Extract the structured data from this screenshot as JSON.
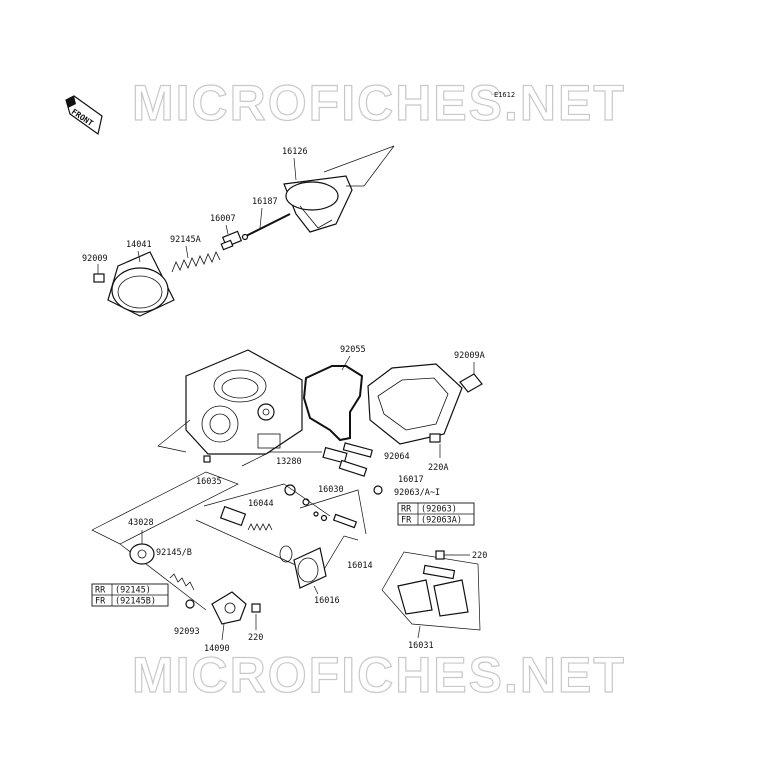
{
  "watermark": "MICROFICHES.NET",
  "diagram_code": "E1612",
  "front_label": "FRONT",
  "parts": {
    "p16126": "16126",
    "p16187": "16187",
    "p16007": "16007",
    "p92145A": "92145A",
    "p14041": "14041",
    "p92009": "92009",
    "p92055": "92055",
    "p92009A": "92009A",
    "p220A": "220A",
    "p13280": "13280",
    "p92064": "92064",
    "p16017": "16017",
    "p16035": "16035",
    "p16030": "16030",
    "p92063AI": "92063/A~I",
    "p16044": "16044",
    "p43028": "43028",
    "p92145B": "92145/B",
    "p16014": "16014",
    "p220a": "220",
    "p220b": "220",
    "p16016": "16016",
    "p92093": "92093",
    "p14090": "14090",
    "p16031": "16031"
  },
  "table_right": [
    {
      "region": "RR",
      "part": "(92063)"
    },
    {
      "region": "FR",
      "part": "(92063A)"
    }
  ],
  "table_left": [
    {
      "region": "RR",
      "part": "(92145)"
    },
    {
      "region": "FR",
      "part": "(92145B)"
    }
  ]
}
